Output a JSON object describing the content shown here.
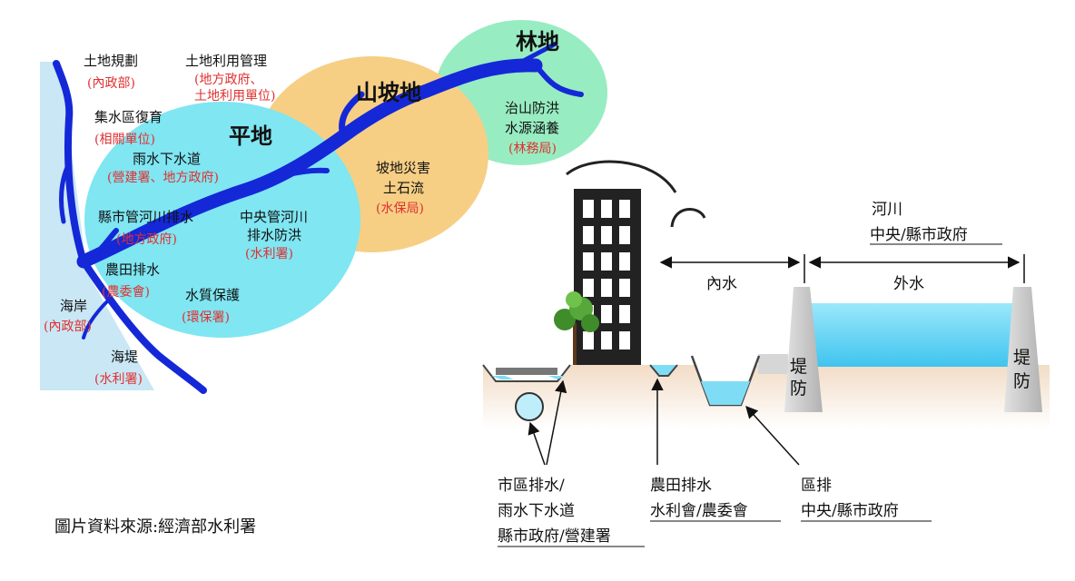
{
  "left_map": {
    "zone_forest": "林地",
    "zone_slope": "山坡地",
    "zone_plain": "平地",
    "labels": [
      {
        "id": "land-planning",
        "title": "土地規劃",
        "authority": "(內政部)"
      },
      {
        "id": "land-use",
        "title": "土地利用管理",
        "authority": "(地方政府、",
        "authority2": "土地利用單位)"
      },
      {
        "id": "catchment",
        "title": "集水區復育",
        "authority": "(相關單位)"
      },
      {
        "id": "storm-sewer",
        "title": "雨水下水道",
        "authority": "(營建署、地方政府)"
      },
      {
        "id": "county-river",
        "title": "縣市管河川排水",
        "authority": "(地方政府)"
      },
      {
        "id": "central-river",
        "title": "中央管河川",
        "title2": "排水防洪",
        "authority": "(水利署)"
      },
      {
        "id": "farm-drain",
        "title": "農田排水",
        "authority": "(農委會)"
      },
      {
        "id": "water-quality",
        "title": "水質保護",
        "authority": "(環保署)"
      },
      {
        "id": "coast",
        "title": "海岸",
        "authority": "(內政部)"
      },
      {
        "id": "seawall",
        "title": "海堤",
        "authority": "(水利署)"
      },
      {
        "id": "mountain-flood",
        "title": "治山防洪",
        "title2": "水源涵養",
        "authority": "(林務局)"
      },
      {
        "id": "slope-hazard",
        "title": "坡地災害",
        "title2": "土石流",
        "authority": "(水保局)"
      }
    ]
  },
  "right_section": {
    "river_title": "河川",
    "river_authority": "中央/縣市政府",
    "inner_water": "內水",
    "outer_water": "外水",
    "dike_left": "堤防",
    "dike_right": "堤防",
    "urban_drain": {
      "line1": "市區排水/",
      "line2": "雨水下水道",
      "line3": "縣市政府/營建署"
    },
    "farm_drain": {
      "line1": "農田排水",
      "line2": "水利會/農委會"
    },
    "regional_drain": {
      "line1": "區排",
      "line2": "中央/縣市政府"
    }
  },
  "source_note": "圖片資料來源:經濟部水利署",
  "colors": {
    "river": "#1428d8",
    "plain_zone": "#7fe6f2",
    "slope_zone": "#f6cf85",
    "forest_zone": "#98ecc1",
    "sea": "#c9e7f5",
    "water": "#7fdcf5",
    "ground": "#f3e2cf",
    "dike": "#c8c8c8",
    "authority_text": "#e03030"
  }
}
